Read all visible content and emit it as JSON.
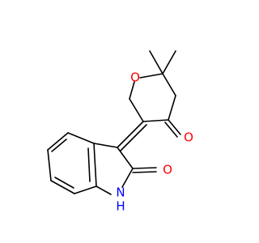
{
  "atoms": {
    "ring_oxygen": {
      "label": "O",
      "color": "#ff0000"
    },
    "ketone_oxygen": {
      "label": "O",
      "color": "#ff0000"
    },
    "lactam_oxygen": {
      "label": "O",
      "color": "#ff0000"
    },
    "lactam_nitrogen": {
      "label": "N",
      "color": "#0000ff"
    },
    "nitrogen_hydrogen": {
      "label": "H",
      "color": "#0000ff"
    }
  },
  "colors": {
    "bond": "#000000",
    "background": "#ffffff"
  }
}
